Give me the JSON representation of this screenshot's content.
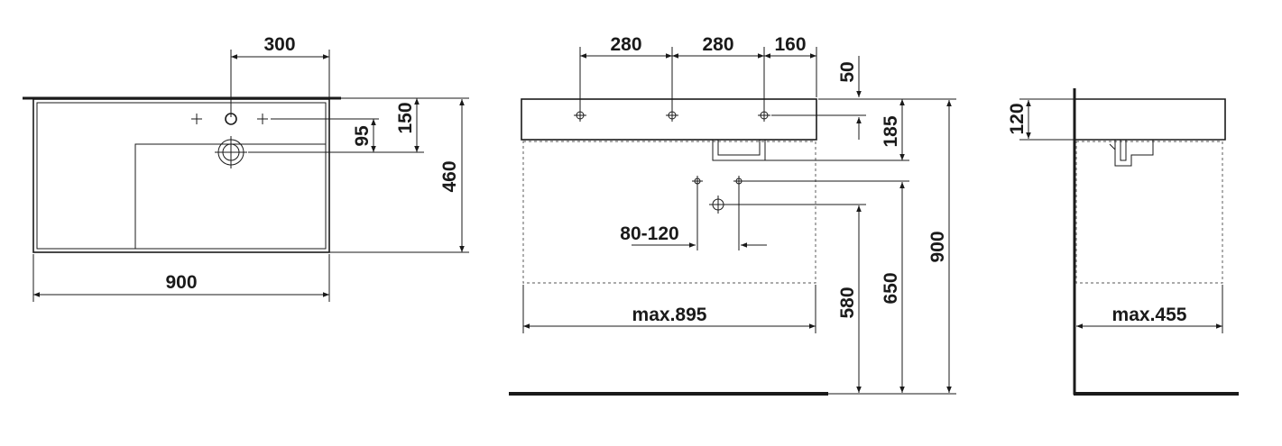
{
  "top_view": {
    "dim_tap_offset": "300",
    "dim_hole_depth": "150",
    "dim_drain_depth": "95",
    "dim_depth": "460",
    "dim_width": "900"
  },
  "front_view": {
    "dim_hole_spacing_1": "280",
    "dim_hole_spacing_2": "280",
    "dim_hole_edge": "160",
    "dim_hole_height": "50",
    "dim_basin_height": "185",
    "dim_pipe_spacing": "80-120",
    "dim_cabinet_width": "max.895",
    "dim_waste_height": "580",
    "dim_supply_height": "650",
    "dim_total_height": "900"
  },
  "side_view": {
    "dim_basin_height": "120",
    "dim_cabinet_depth": "max.455"
  }
}
